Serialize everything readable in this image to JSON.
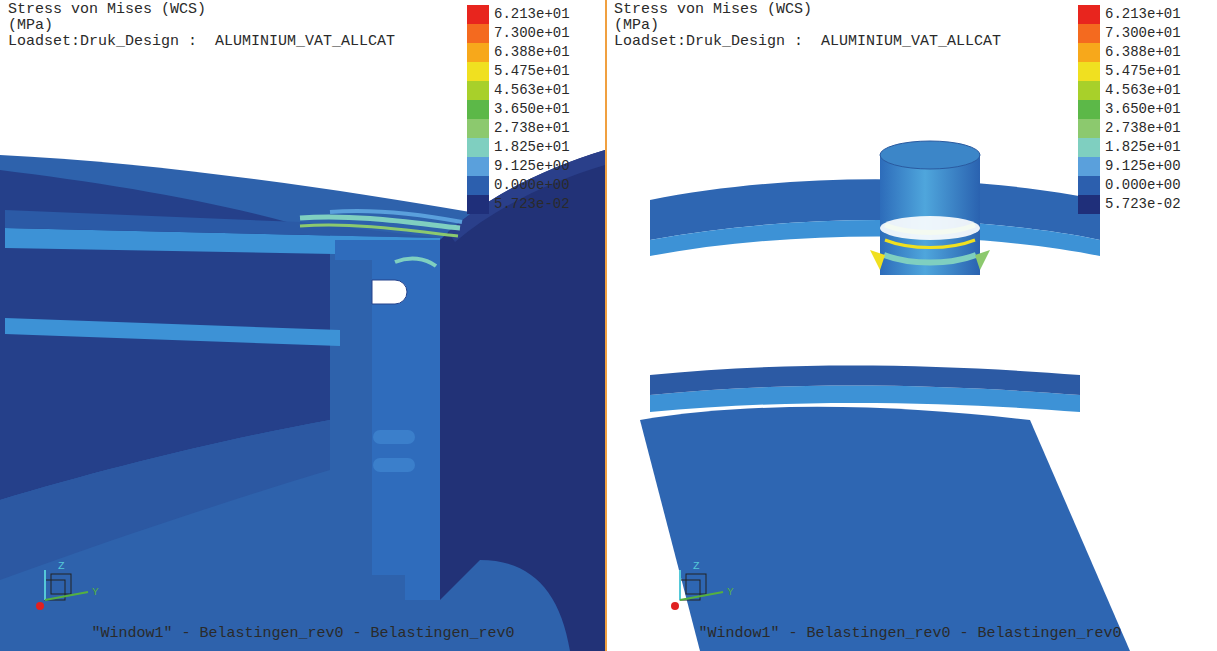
{
  "diagram": {
    "labels": [
      "Stress von Mises (WCS)",
      "(MPa)",
      "Loadset:Druk_Design :  ALUMINIUM_VAT_ALLCAT",
      "\"Window1\" - Belastingen_rev0 - Belastingen_rev0",
      "Z",
      "Y",
      "Stress von Mises (WCS)",
      "(MPa)",
      "Loadset:Druk_Design :  ALUMINIUM_VAT_ALLCAT",
      "\"Window1\" - Belastingen_rev0 - Belastingen_rev0",
      "Z",
      "Y"
    ],
    "legend": [
      {
        "text": "6.213e+01",
        "color": "#e8251e"
      },
      {
        "text": "7.300e+01",
        "color": "#f46a1f"
      },
      {
        "text": "6.388e+01",
        "color": "#f7a81b"
      },
      {
        "text": "5.475e+01",
        "color": "#f0e020"
      },
      {
        "text": "4.563e+01",
        "color": "#a8d02a"
      },
      {
        "text": "3.650e+01",
        "color": "#5cb848"
      },
      {
        "text": "2.738e+01",
        "color": "#8cc96e"
      },
      {
        "text": "1.825e+01",
        "color": "#7fcfc0"
      },
      {
        "text": "9.125e+00",
        "color": "#5aa0dc"
      },
      {
        "text": "0.000e+00",
        "color": "#2c5fae"
      },
      {
        "text": "5.723e-02",
        "color": "#1f2f7a"
      },
      {
        "text": "6.213e+01",
        "color": "#e8251e"
      },
      {
        "text": "7.300e+01",
        "color": "#f46a1f"
      },
      {
        "text": "6.388e+01",
        "color": "#f7a81b"
      },
      {
        "text": "5.475e+01",
        "color": "#f0e020"
      },
      {
        "text": "4.563e+01",
        "color": "#a8d02a"
      },
      {
        "text": "3.650e+01",
        "color": "#5cb848"
      },
      {
        "text": "2.738e+01",
        "color": "#8cc96e"
      },
      {
        "text": "1.825e+01",
        "color": "#7fcfc0"
      },
      {
        "text": "9.125e+00",
        "color": "#5aa0dc"
      },
      {
        "text": "0.000e+00",
        "color": "#2c5fae"
      },
      {
        "text": "5.723e-02",
        "color": "#1f2f7a"
      }
    ]
  }
}
